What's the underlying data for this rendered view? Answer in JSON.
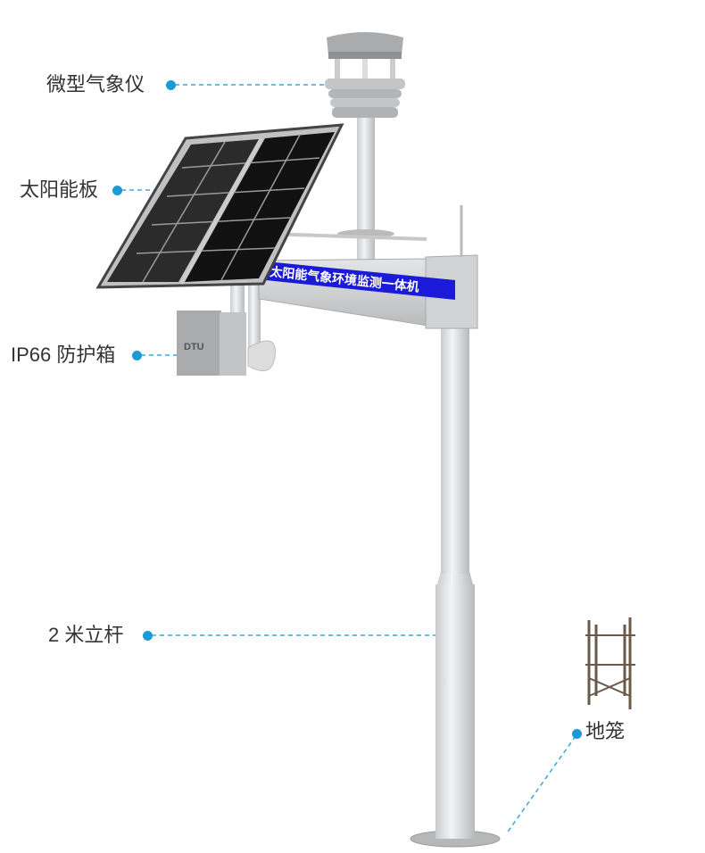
{
  "labels": {
    "weather_station": "微型气象仪",
    "solar_panel": "太阳能板",
    "protection_box": "IP66 防护箱",
    "pole": "2 米立杆",
    "ground_cage": "地笼"
  },
  "banner_text": "太阳能气象环境监测一体机",
  "dtu_text": "DTU",
  "colors": {
    "dot": "#1a9bd7",
    "banner": "#1a1ad8"
  }
}
